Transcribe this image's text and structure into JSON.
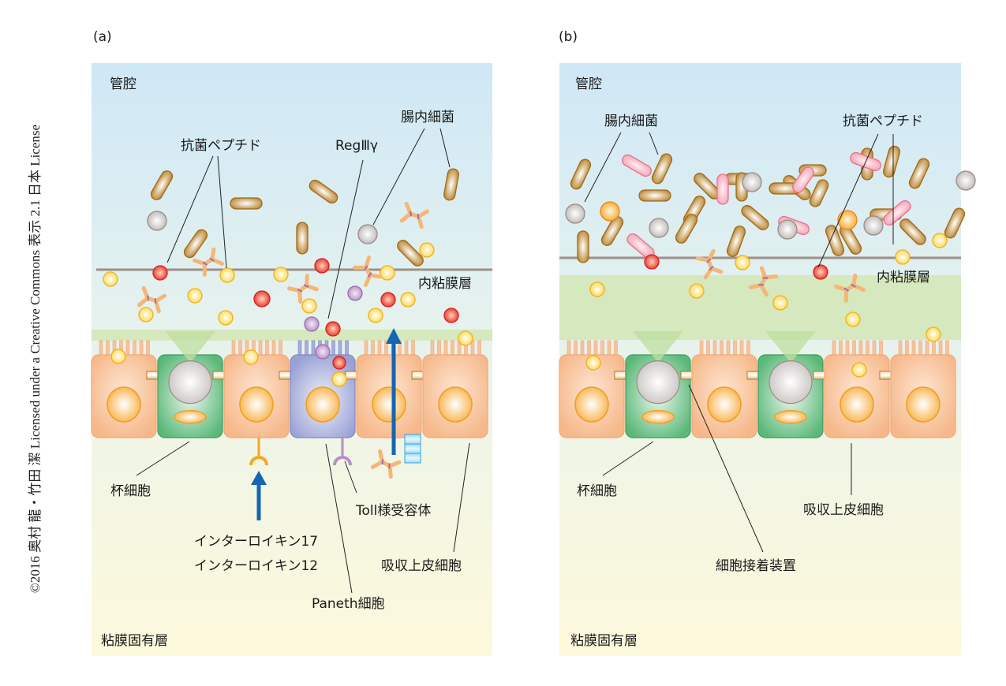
{
  "copyright": "©2016 奥村 龍・竹田 潔 Licensed under a Creative Commons 表示 2.1 日本 License",
  "colors": {
    "lumen_top": "#cfe8f6",
    "mucosa_bottom": "#fdf9dc",
    "mucus_layer": "#d6e8bd",
    "epithelial_cell": "#f7bf95",
    "goblet_cell": "#5fba7d",
    "paneth_cell": "#9fa6d6",
    "arrow_blue": "#1565b0",
    "bacteria_brown": "#b8822a",
    "bacteria_pink": "#f2a4b5",
    "peptide_red": "#e8352a",
    "peptide_yellow": "#ffd84a",
    "regiiig_purple": "#b58fc4"
  },
  "panels": [
    {
      "id": "a",
      "label": "(a)",
      "labels": {
        "lumen": "管腔",
        "antimicrobial_peptide": "抗菌ペプチド",
        "regiiig": "RegⅢγ",
        "gut_bacteria": "腸内細菌",
        "inner_mucus_layer": "内粘膜層",
        "goblet_cell": "杯細胞",
        "toll_like_receptor": "Toll様受容体",
        "interleukin_17": "インターロイキン17",
        "interleukin_12": "インターロイキン12",
        "absorptive_epithelial_cell": "吸収上皮細胞",
        "paneth_cell": "Paneth細胞",
        "lamina_propria": "粘膜固有層"
      },
      "cells": [
        "epithelial",
        "goblet",
        "epithelial",
        "paneth",
        "epithelial",
        "epithelial"
      ]
    },
    {
      "id": "b",
      "label": "(b)",
      "labels": {
        "lumen": "管腔",
        "gut_bacteria": "腸内細菌",
        "antimicrobial_peptide": "抗菌ペプチド",
        "inner_mucus_layer": "内粘膜層",
        "goblet_cell": "杯細胞",
        "absorptive_epithelial_cell": "吸収上皮細胞",
        "cell_adhesion_apparatus": "細胞接着装置",
        "lamina_propria": "粘膜固有層"
      },
      "cells": [
        "epithelial",
        "goblet",
        "epithelial",
        "goblet",
        "epithelial",
        "epithelial"
      ]
    }
  ]
}
